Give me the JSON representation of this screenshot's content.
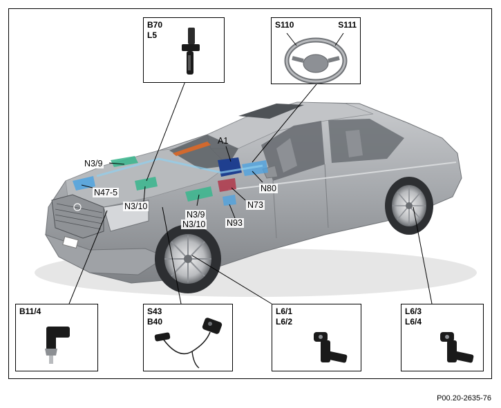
{
  "boxes": {
    "b70": {
      "lines": [
        "B70",
        "L5"
      ]
    },
    "steering": {
      "left": "S110",
      "right": "S111"
    },
    "b11": {
      "lines": [
        "B11/4"
      ]
    },
    "s43": {
      "lines": [
        "S43",
        "B40"
      ]
    },
    "l61": {
      "lines": [
        "L6/1",
        "L6/2"
      ]
    },
    "l63": {
      "lines": [
        "L6/3",
        "L6/4"
      ]
    }
  },
  "callouts": {
    "a1": "A1",
    "n3_9_top": "N3/9",
    "n47_5": "N47-5",
    "n3_10_left": "N3/10",
    "n3_9_mid": "N3/9",
    "n3_10_mid": "N3/10",
    "n80": "N80",
    "n73": "N73",
    "n93": "N93"
  },
  "figure_ref": "P00.20-2635-76",
  "colors": {
    "car_body": "#a9acaf",
    "car_shadow": "#7d8084",
    "glass": "#5b5f64",
    "module_blue": "#4fa3e0",
    "module_green": "#3fb68f",
    "module_dark_blue": "#1f3f8f",
    "cable_red": "#b0374a",
    "sensor_black": "#1a1a1a"
  },
  "icons": [
    "speed-sensor-icon",
    "steering-wheel-icon",
    "temperature-sensor-icon",
    "cable-sensor-icon",
    "wheel-speed-sensor-icon"
  ]
}
